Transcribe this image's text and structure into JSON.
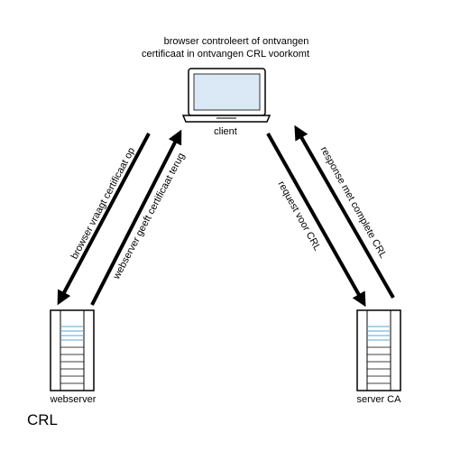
{
  "top_note": {
    "line1": "browser controleert of ontvangen",
    "line2": "certificaat in ontvangen CRL voorkomt"
  },
  "nodes": {
    "client": {
      "label": "client",
      "icon": "laptop-icon"
    },
    "webserver": {
      "label": "webserver",
      "icon": "server-icon"
    },
    "server_ca": {
      "label": "server CA",
      "icon": "server-icon"
    }
  },
  "arrows": {
    "browser_to_webserver": "browser vraagt certificaat op",
    "webserver_to_browser": "webserver geeft certificaat terug",
    "request_crl": "request voor CRL",
    "response_crl": "response met complete CRL"
  },
  "caption": "CRL",
  "colors": {
    "line": "#000000",
    "screen": "#dbe9f7",
    "server_stripe": "#5aa6d6"
  }
}
